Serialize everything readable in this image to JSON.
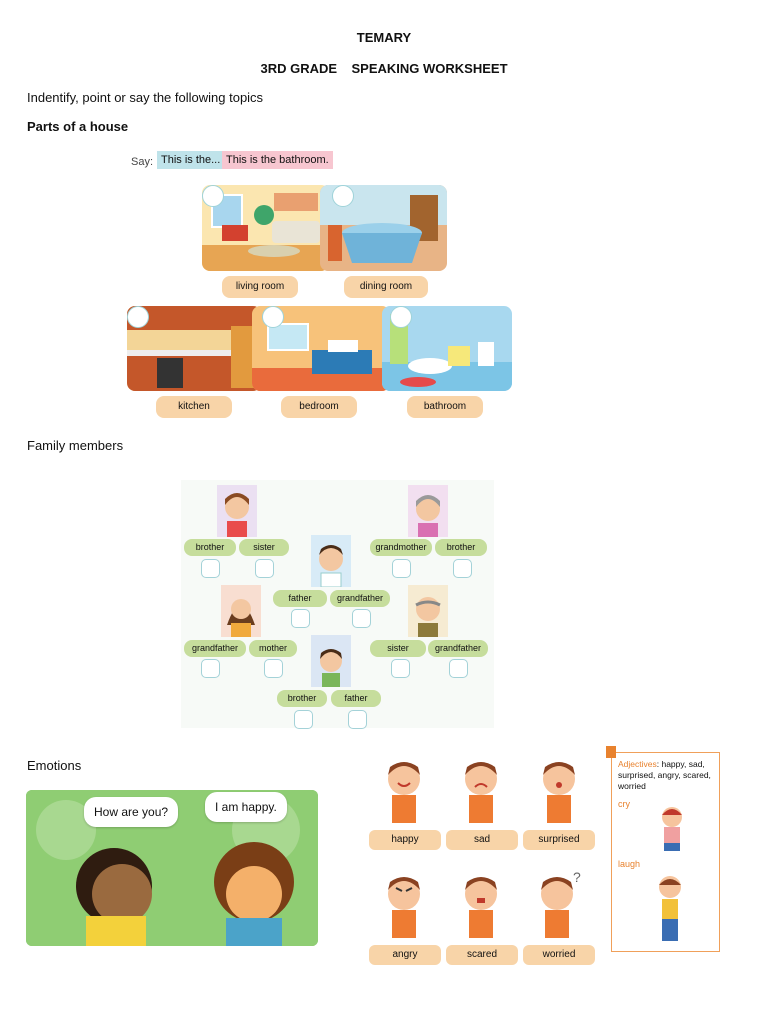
{
  "header": {
    "title": "TEMARY",
    "subtitle": "3RD GRADE    SPEAKING WORKSHEET"
  },
  "instructions": "Indentify, point or say the following topics",
  "house": {
    "heading": "Parts of a house",
    "say_label": "Say:",
    "say_example": "This is the...",
    "say_answer": "This is the bathroom.",
    "rooms": [
      "living room",
      "dining room",
      "kitchen",
      "bedroom",
      "bathroom"
    ]
  },
  "family": {
    "heading": "Family members",
    "pairs": [
      [
        "brother",
        "sister"
      ],
      [
        "grandmother",
        "brother"
      ],
      [
        "father",
        "grandfather"
      ],
      [
        "grandfather",
        "mother"
      ],
      [
        "sister",
        "grandfather"
      ],
      [
        "brother",
        "father"
      ]
    ]
  },
  "emotions": {
    "heading": "Emotions",
    "speech_1": "How are you?",
    "speech_2": "I am happy.",
    "labels": [
      "happy",
      "sad",
      "surprised",
      "angry",
      "scared",
      "worried"
    ],
    "vocab": {
      "adjectives_label": "Adjectives",
      "adjectives_text": ": happy, sad, surprised, angry, scared, worried",
      "cry": "cry",
      "laugh": "laugh"
    }
  },
  "colors": {
    "pill_orange": "#f8d4a8",
    "pill_green": "#c6dd9c",
    "say_blue": "#bfe3ea",
    "say_pink": "#f7c6d0",
    "vocab_orange": "#e8822e"
  }
}
